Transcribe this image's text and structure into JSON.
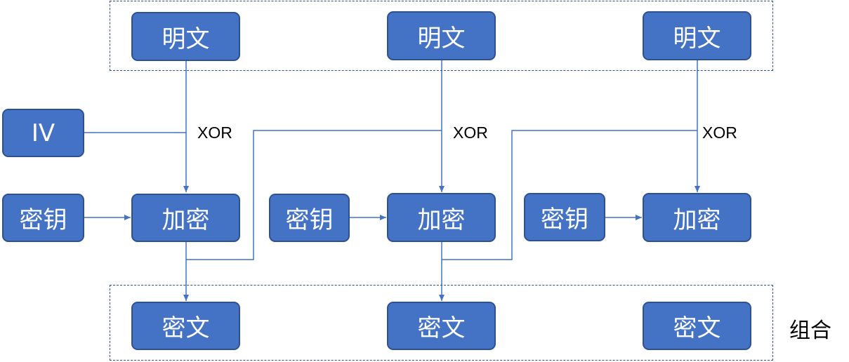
{
  "plaintext_label": "明文",
  "iv_label": "IV",
  "key_label": "密钥",
  "encrypt_label": "加密",
  "ciphertext_label": "密文",
  "xor_label": "XOR",
  "combine_label": "组合",
  "colors": {
    "box_fill": "#4472c4",
    "box_border": "#2f528f",
    "line": "#4472c4"
  }
}
